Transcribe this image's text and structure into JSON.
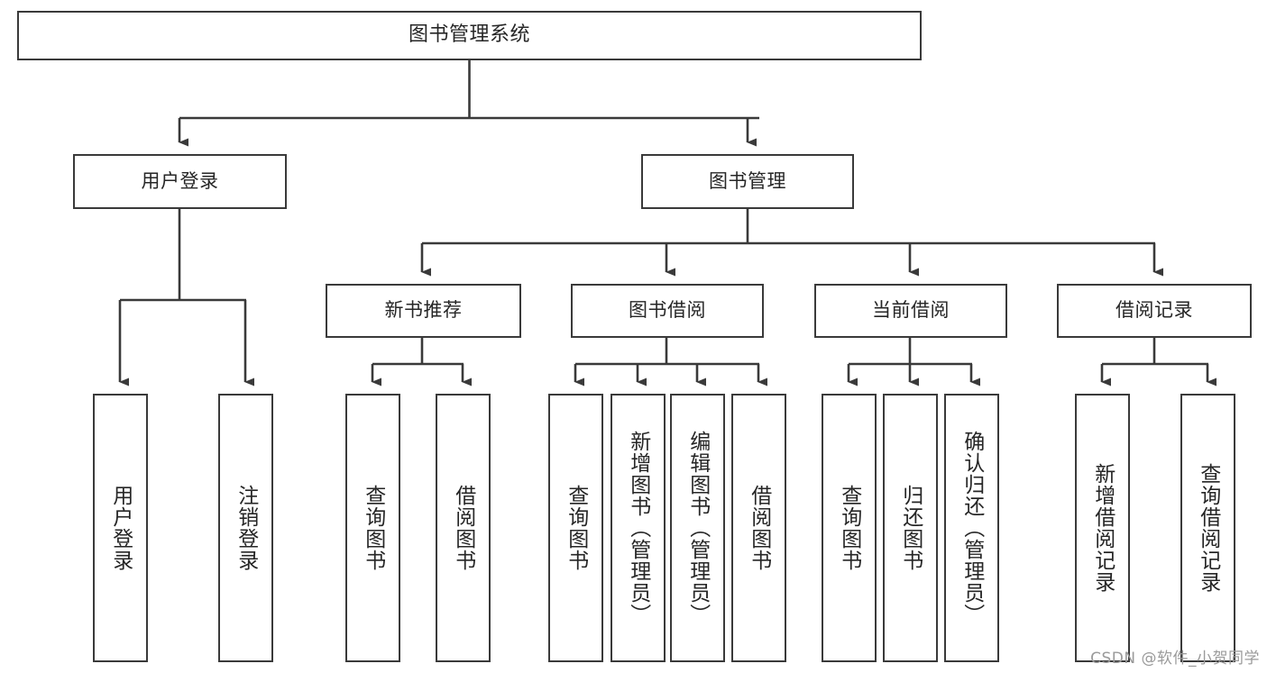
{
  "diagram": {
    "type": "tree-hierarchy-chart",
    "title": "图书管理系统",
    "stroke_color": "#3a3a3a",
    "text_color": "#262626",
    "background_color": "#ffffff",
    "nodes": {
      "root": {
        "label": "图书管理系统"
      },
      "level2": [
        {
          "id": "user-login",
          "label": "用户登录"
        },
        {
          "id": "book-management",
          "label": "图书管理"
        }
      ],
      "level3": [
        {
          "id": "new-book-recommend",
          "label": "新书推荐"
        },
        {
          "id": "book-borrow",
          "label": "图书借阅"
        },
        {
          "id": "current-borrow",
          "label": "当前借阅"
        },
        {
          "id": "borrow-record",
          "label": "借阅记录"
        }
      ],
      "leaves": {
        "user_login": [
          {
            "id": "leaf-user-login",
            "label": "用户登录"
          },
          {
            "id": "leaf-logout",
            "label": "注销登录"
          }
        ],
        "new_book_recommend": [
          {
            "id": "leaf-query-book-1",
            "label": "查询图书"
          },
          {
            "id": "leaf-borrow-book-1",
            "label": "借阅图书"
          }
        ],
        "book_borrow": [
          {
            "id": "leaf-query-book-2",
            "label": "查询图书"
          },
          {
            "id": "leaf-add-book",
            "label": "新增图书（管理员）"
          },
          {
            "id": "leaf-edit-book",
            "label": "编辑图书（管理员）"
          },
          {
            "id": "leaf-borrow-book-2",
            "label": "借阅图书"
          }
        ],
        "current_borrow": [
          {
            "id": "leaf-query-book-3",
            "label": "查询图书"
          },
          {
            "id": "leaf-return-book",
            "label": "归还图书"
          },
          {
            "id": "leaf-confirm-return",
            "label": "确认归还（管理员）"
          }
        ],
        "borrow_record": [
          {
            "id": "leaf-add-record",
            "label": "新增借阅记录"
          },
          {
            "id": "leaf-query-record",
            "label": "查询借阅记录"
          }
        ]
      }
    }
  },
  "watermark": {
    "text": "CSDN @软件_小贺同学"
  }
}
